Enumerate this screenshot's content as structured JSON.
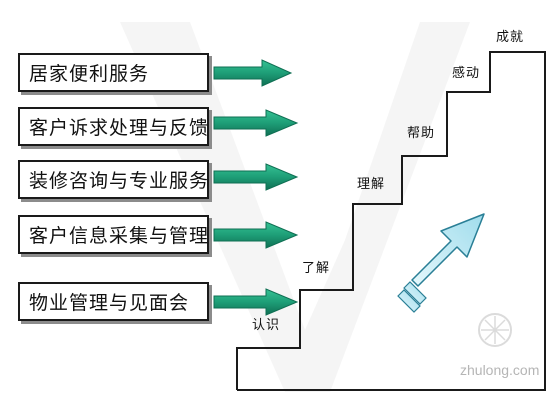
{
  "services": [
    {
      "label": "居家便利服务"
    },
    {
      "label": "客户诉求处理与反馈"
    },
    {
      "label": "装修咨询与专业服务"
    },
    {
      "label": "客户信息采集与管理"
    },
    {
      "label": "物业管理与见面会"
    }
  ],
  "steps": [
    {
      "label": "认识"
    },
    {
      "label": "了解"
    },
    {
      "label": "理解"
    },
    {
      "label": "帮助"
    },
    {
      "label": "感动"
    },
    {
      "label": "成就"
    }
  ],
  "watermark": "zhulong.com",
  "colors": {
    "arrow_fill": "#1e9e77",
    "arrow_dark": "#0f6f53",
    "big_arrow_fill": "#b9e9f4",
    "big_arrow_stroke": "#2a7f96",
    "line": "#1a1a1a",
    "box_shadow": "#8c8c8c"
  },
  "icons": [
    "green-right-arrow-icon",
    "diagonal-progress-arrow-icon"
  ]
}
